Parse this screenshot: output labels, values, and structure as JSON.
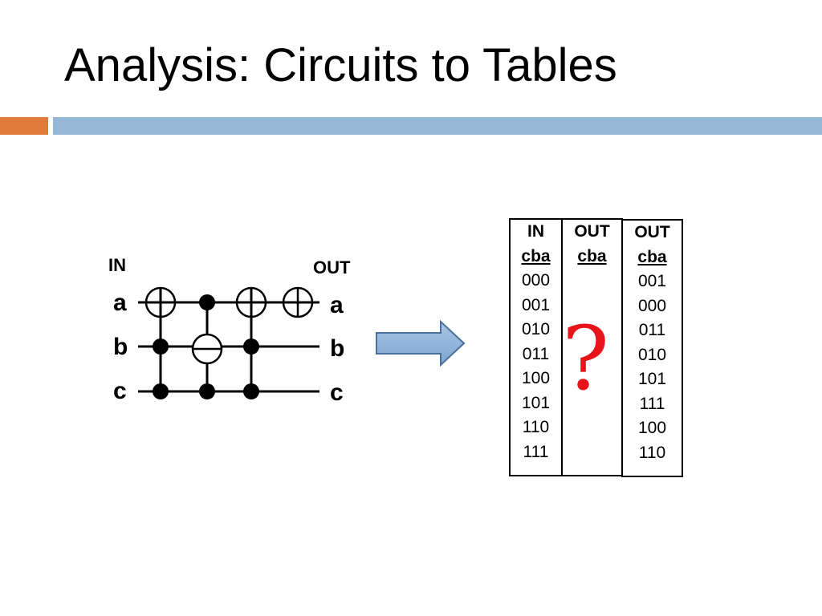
{
  "title": "Analysis: Circuits to Tables",
  "accent_colors": {
    "orange": "#e07b3c",
    "blue": "#95b8d6",
    "question": "#e8141b"
  },
  "circuit": {
    "in_label": "IN",
    "out_label": "OUT",
    "inputs": [
      "a",
      "b",
      "c"
    ],
    "outputs": [
      "a",
      "b",
      "c"
    ]
  },
  "tables": {
    "input": {
      "title": "IN",
      "subtitle": "cba",
      "rows": [
        "000",
        "001",
        "010",
        "011",
        "100",
        "101",
        "110",
        "111"
      ]
    },
    "unknown": {
      "title": "OUT",
      "subtitle": "cba",
      "mark": "?"
    },
    "output": {
      "title": "OUT",
      "subtitle": "cba",
      "rows": [
        "001",
        "000",
        "011",
        "010",
        "101",
        "111",
        "100",
        "110"
      ]
    }
  }
}
